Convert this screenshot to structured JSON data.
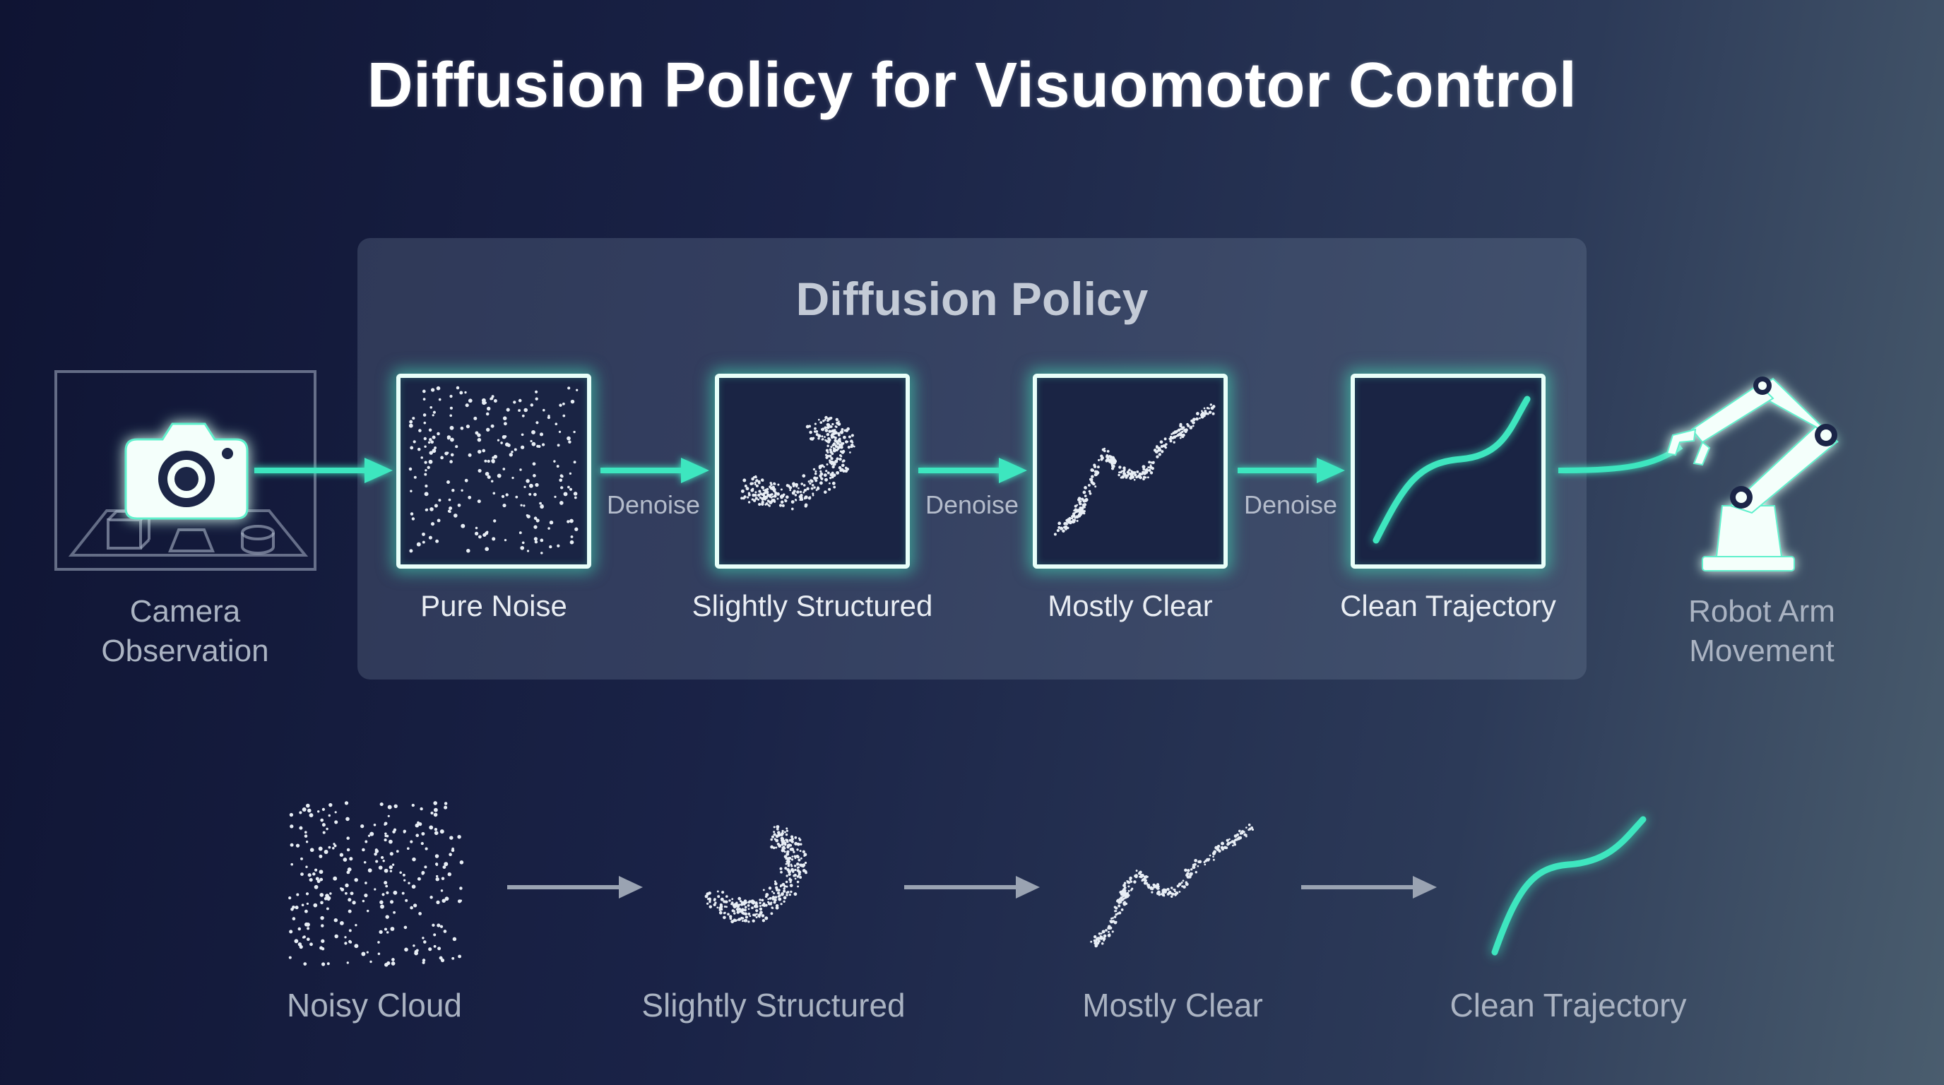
{
  "title": "Diffusion Policy for Visuomotor Control",
  "panel": {
    "title": "Diffusion Policy"
  },
  "input": {
    "label_line1": "Camera",
    "label_line2": "Observation",
    "icon": "camera-icon"
  },
  "output": {
    "label_line1": "Robot Arm",
    "label_line2": "Movement",
    "icon": "robot-arm-icon"
  },
  "stages": [
    {
      "label": "Pure Noise"
    },
    {
      "label": "Slightly Structured"
    },
    {
      "label": "Mostly Clear"
    },
    {
      "label": "Clean Trajectory"
    }
  ],
  "arrow_labels": [
    "Denoise",
    "Denoise",
    "Denoise"
  ],
  "bottom_row": [
    {
      "label": "Noisy Cloud"
    },
    {
      "label": "Slightly Structured"
    },
    {
      "label": "Mostly Clear"
    },
    {
      "label": "Clean Trajectory"
    }
  ],
  "colors": {
    "accent": "#3ee6bf",
    "box_border": "#e8fff9",
    "arrow_gray": "#9aa3b2"
  }
}
